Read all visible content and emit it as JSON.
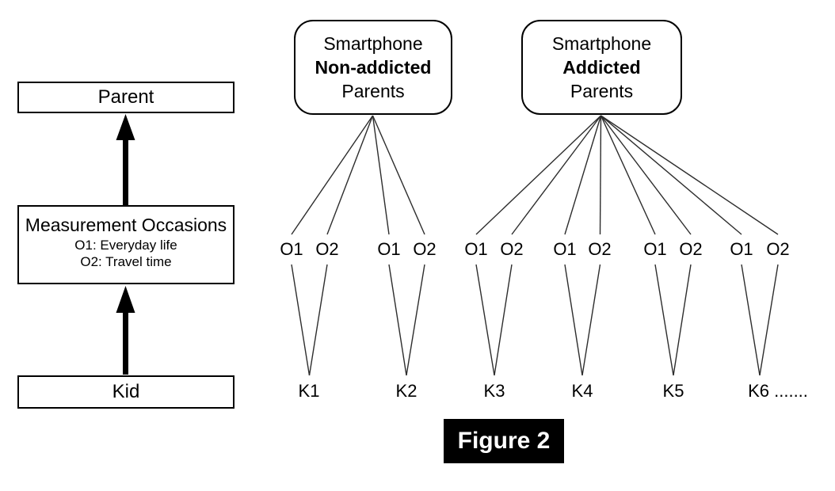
{
  "figure": {
    "label": "Figure 2"
  },
  "left_flow": {
    "parent_label": "Parent",
    "measurement": {
      "title": "Measurement Occasions",
      "o1_desc": "O1: Everyday life",
      "o2_desc": "O2: Travel time"
    },
    "kid_label": "Kid",
    "arrows": [
      "kid-to-measurement",
      "measurement-to-parent"
    ]
  },
  "groups": [
    {
      "top": "Smartphone",
      "middle": "Non-addicted",
      "bottom": "Parents",
      "kids": [
        "K1",
        "K2"
      ]
    },
    {
      "top": "Smartphone",
      "middle": "Addicted",
      "bottom": "Parents",
      "kids": [
        "K3",
        "K4",
        "K5",
        "K6"
      ]
    }
  ],
  "occasions": {
    "o1": "O1",
    "o2": "O2"
  },
  "kids": [
    {
      "label": "K1"
    },
    {
      "label": "K2"
    },
    {
      "label": "K3"
    },
    {
      "label": "K4"
    },
    {
      "label": "K5"
    },
    {
      "label": "K6 ......."
    }
  ],
  "colors": {
    "background": "#ffffff",
    "line": "#2d2d2d",
    "box_border": "#000000",
    "arrow": "#000000",
    "figure_bg": "#000000",
    "figure_fg": "#ffffff"
  }
}
